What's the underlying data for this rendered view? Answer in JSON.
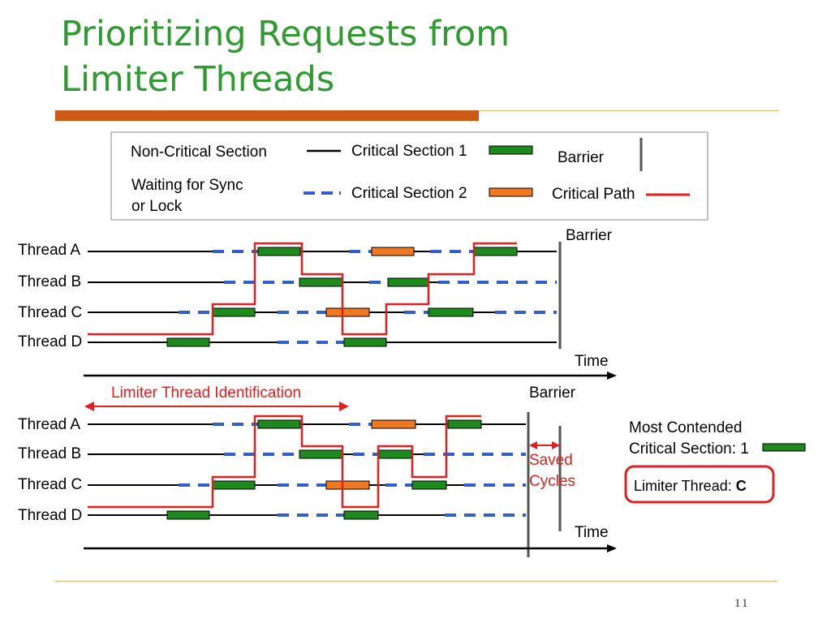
{
  "title": {
    "line1": "Prioritizing Requests from",
    "line2": "Limiter Threads"
  },
  "legend": {
    "non_critical": "Non-Critical Section",
    "waiting_line1": "Waiting for Sync",
    "waiting_line2": "or Lock",
    "cs1": "Critical Section 1",
    "cs2": "Critical Section 2",
    "barrier": "Barrier",
    "critical_path": "Critical Path"
  },
  "top_diagram": {
    "threads": [
      "Thread A",
      "Thread B",
      "Thread C",
      "Thread D"
    ],
    "barrier_label": "Barrier",
    "time_label": "Time"
  },
  "bottom_diagram": {
    "threads": [
      "Thread A",
      "Thread B",
      "Thread C",
      "Thread D"
    ],
    "barrier_label": "Barrier",
    "time_label": "Time",
    "limiter_identification": "Limiter Thread Identification",
    "saved_line1": "Saved",
    "saved_line2": "Cycles",
    "most_contended_line1": "Most Contended",
    "most_contended_line2": "Critical Section: 1",
    "limiter_thread_label": "Limiter Thread: ",
    "limiter_thread_value": "C"
  },
  "colors": {
    "title_green": "#2f9a2f",
    "cs1_green": "#1e8a1e",
    "cs2_orange": "#f07820",
    "critical_path_red": "#e02020",
    "wait_blue": "#3060c8",
    "rule_orange": "#cc5a14"
  },
  "page_number": "11"
}
